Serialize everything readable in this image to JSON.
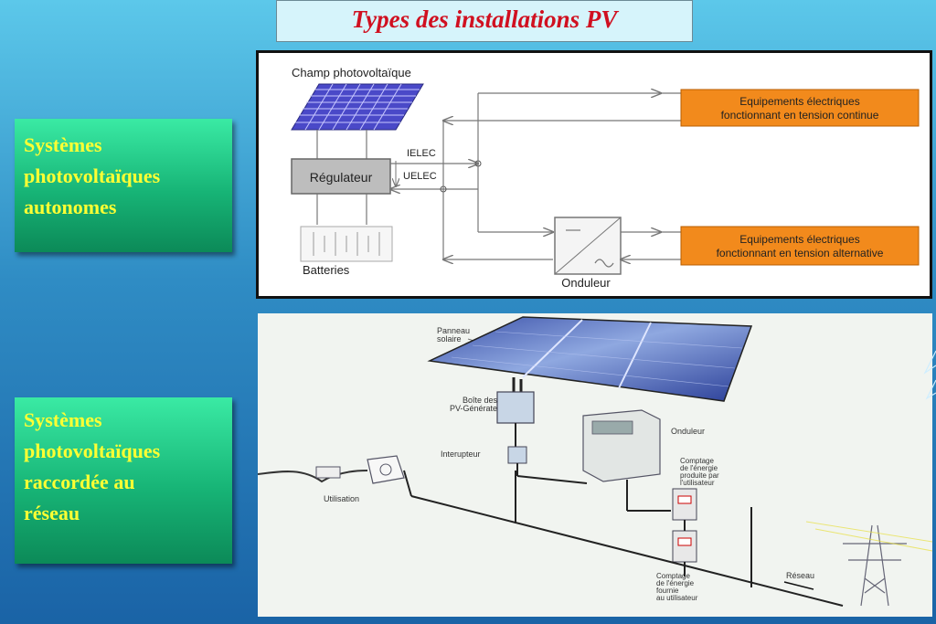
{
  "title": "Types des installations PV",
  "left_boxes": [
    {
      "lines": [
        "Systèmes",
        "photovoltaïques",
        "autonomes"
      ]
    },
    {
      "lines": [
        "Systèmes",
        "photovoltaïques",
        "raccordée au",
        "réseau"
      ]
    }
  ],
  "diagram1": {
    "champ": "Champ photovoltaïque",
    "regulateur": "Régulateur",
    "batteries": "Batteries",
    "onduleur": "Onduleur",
    "ielec": "IELEC",
    "uelec": "UELEC",
    "equip_dc_line1": "Equipements électriques",
    "equip_dc_line2": "fonctionnant en tension continue",
    "equip_ac_line1": "Equipements électriques",
    "equip_ac_line2": "fonctionnant en tension alternative"
  },
  "diagram2": {
    "panneau_line1": "Panneau",
    "panneau_line2": "solaire",
    "boite_line1": "Boîte des",
    "boite_line2": "PV-Générateurs",
    "interupteur": "Interupteur",
    "onduleur": "Onduleur",
    "utilisation": "Utilisation",
    "comptage_prod": [
      "Comptage",
      "de l'énergie",
      "produite par",
      "l'utilisateur"
    ],
    "comptage_fourn": [
      "Comptage",
      "de l'énergie",
      "fournie",
      "au utilisateur"
    ],
    "reseau": "Réseau"
  },
  "colors": {
    "title_text": "#d01020",
    "box_text": "#ffff33",
    "box_green": "#17b476",
    "orange_box": "#f28a1c"
  }
}
